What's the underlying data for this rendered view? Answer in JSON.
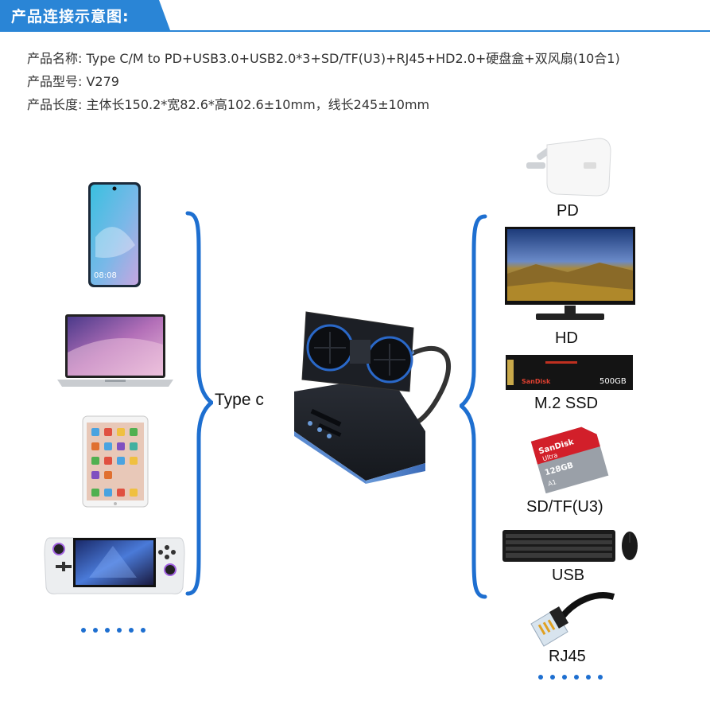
{
  "header": {
    "title": "产品连接示意图:"
  },
  "specs": {
    "name": "产品名称: Type C/M to PD+USB3.0+USB2.0*3+SD/TF(U3)+RJ45+HD2.0+硬盘盒+双风扇(10合1)",
    "model": "产品型号: V279",
    "length": "产品长度: 主体长150.2*宽82.6*高102.6±10mm，线长245±10mm"
  },
  "hub_label": "Type c",
  "phone_time": "08:08",
  "ssd_text": {
    "brand": "SanDisk",
    "capacity": "500GB"
  },
  "sd_text": {
    "brand": "SanDisk",
    "line": "Ultra",
    "capacity": "128GB",
    "class": "A1"
  },
  "outputs": [
    "PD",
    "HD",
    "M.2 SSD",
    "SD/TF(U3)",
    "USB",
    "RJ45"
  ],
  "colors": {
    "accent": "#2a85d6",
    "bracket": "#1e6fd0"
  }
}
